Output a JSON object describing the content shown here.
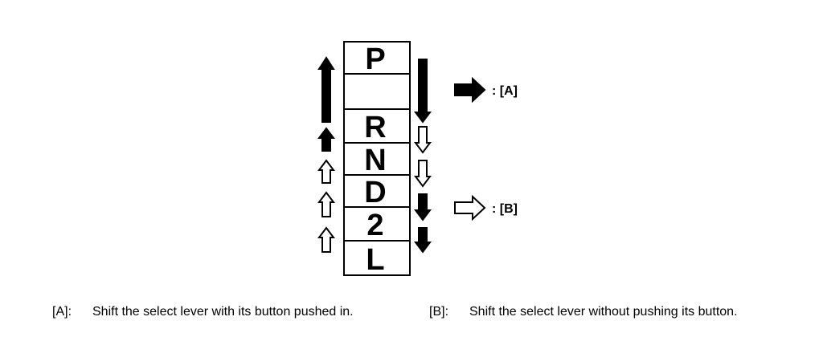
{
  "shift_pattern": {
    "gears": [
      "P",
      "",
      "R",
      "N",
      "D",
      "2",
      "L"
    ]
  },
  "legend": {
    "a_key": ": [A]",
    "b_key": ": [B]"
  },
  "caption": {
    "a_tag": "[A]:",
    "a_text": "Shift the select lever with its button pushed in.",
    "b_tag": "[B]:",
    "b_text": "Shift the select lever without pushing its button."
  },
  "colors": {
    "ink": "#000000",
    "background": "#ffffff"
  }
}
